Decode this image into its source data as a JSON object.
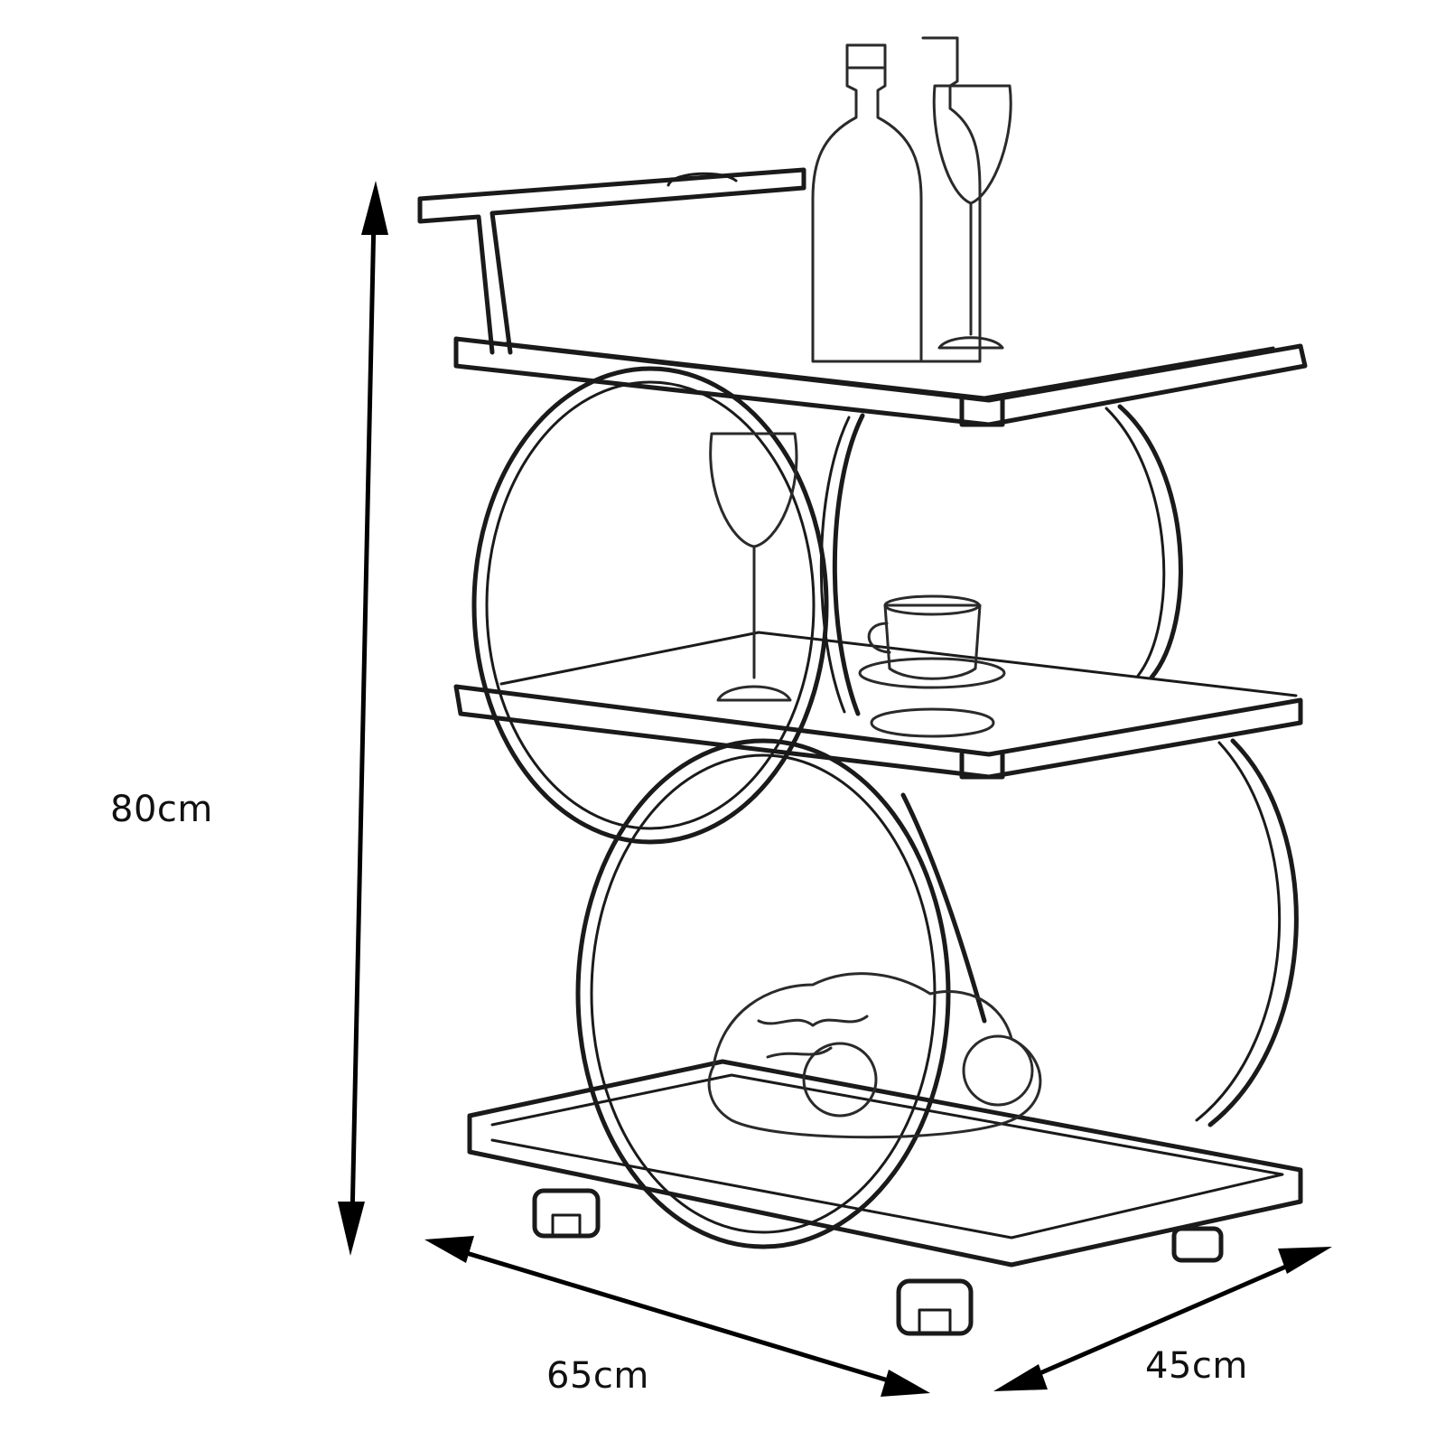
{
  "dimensions": {
    "height": "80cm",
    "length": "65cm",
    "depth": "45cm"
  },
  "colors": {
    "line": "#1a1a1a",
    "background": "#ffffff"
  }
}
